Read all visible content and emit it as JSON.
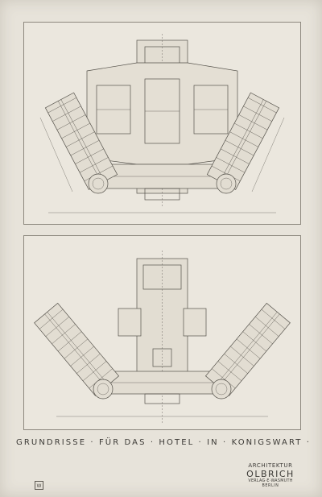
{
  "caption": "GRUNDRISSE · FÜR DAS · HOTEL · IN · KONIGSWART ·",
  "credit": {
    "line1": "ARCHITEKTUR",
    "line2": "OLBRICH",
    "line3": "VERLAG·E·WASMUTH",
    "line4": "BERLIN"
  },
  "monogram": "W",
  "colors": {
    "paper": "#e7e3da",
    "ink": "#3c3a36",
    "line": "#5b5750"
  }
}
